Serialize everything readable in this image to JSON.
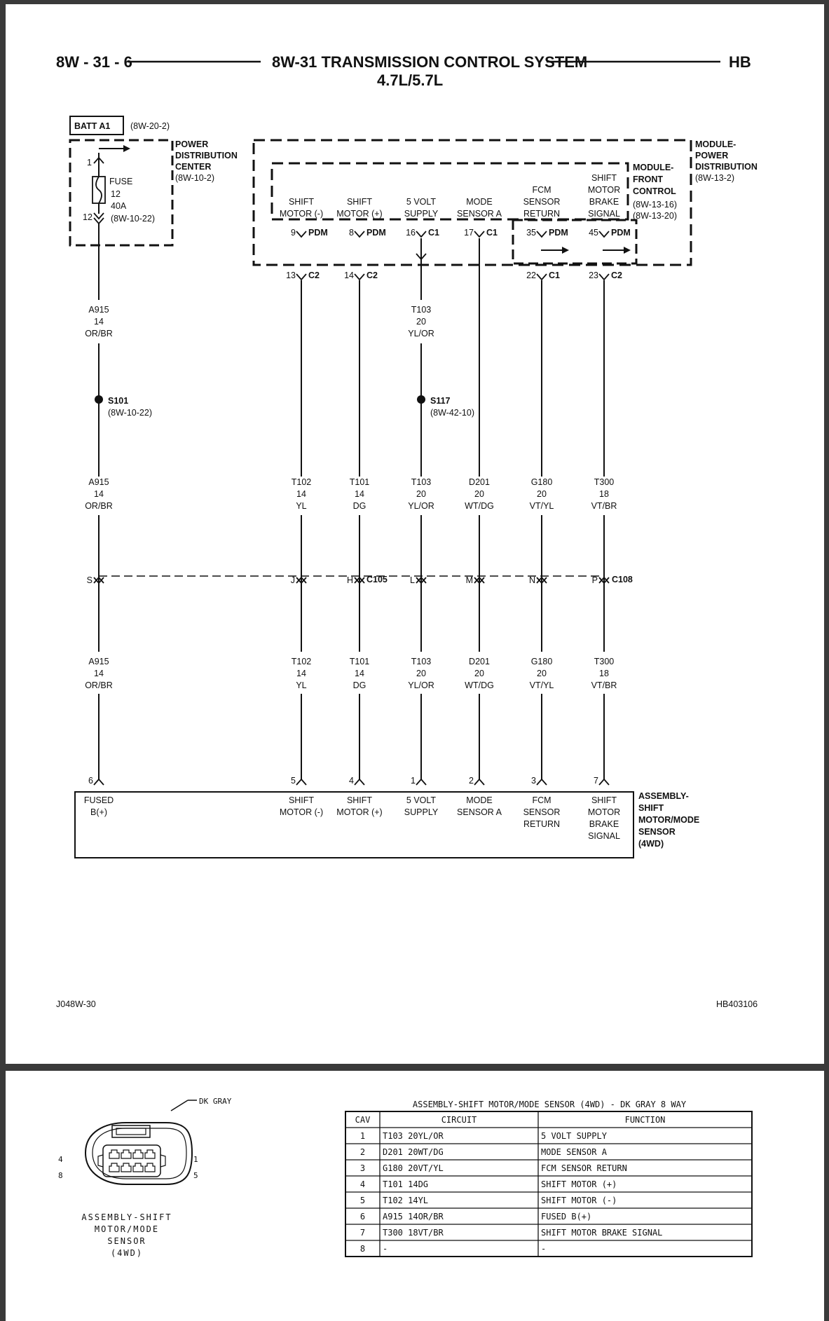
{
  "header": {
    "page": "8W - 31 - 6",
    "title": "8W-31 TRANSMISSION CONTROL SYSTEM",
    "subtitle": "4.7L/5.7L",
    "code": "HB"
  },
  "pdc": {
    "batt": "BATT A1",
    "batt_ref": "(8W-20-2)",
    "label": [
      "POWER",
      "DISTRIBUTION",
      "CENTER"
    ],
    "ref": "(8W-10-2)",
    "pin_top": "1",
    "pin_bottom": "12",
    "fuse": [
      "FUSE",
      "12",
      "40A"
    ],
    "fuse_ref": "(8W-10-22)"
  },
  "module_pd": {
    "label": [
      "MODULE-",
      "POWER",
      "DISTRIBUTION"
    ],
    "ref": "(8W-13-2)"
  },
  "module_fc": {
    "label": [
      "MODULE-",
      "FRONT",
      "CONTROL"
    ],
    "refs": [
      "(8W-13-16)",
      "(8W-13-20)"
    ]
  },
  "module_functions": [
    [
      "SHIFT",
      "MOTOR (-)"
    ],
    [
      "SHIFT",
      "MOTOR (+)"
    ],
    [
      "5 VOLT",
      "SUPPLY"
    ],
    [
      "MODE",
      "SENSOR A"
    ],
    [
      "FCM",
      "SENSOR",
      "RETURN"
    ],
    [
      "SHIFT",
      "MOTOR",
      "BRAKE",
      "SIGNAL"
    ]
  ],
  "module_pins": [
    {
      "pin": "9",
      "conn": "PDM"
    },
    {
      "pin": "8",
      "conn": "PDM"
    },
    {
      "pin": "16",
      "conn": "C1"
    },
    {
      "pin": "17",
      "conn": "C1"
    },
    {
      "pin": "35",
      "conn": "PDM"
    },
    {
      "pin": "45",
      "conn": "PDM"
    }
  ],
  "lower_pins": [
    {
      "pin": "13",
      "conn": "C2"
    },
    {
      "pin": "14",
      "conn": "C2"
    },
    {
      "pin": "22",
      "conn": "C1"
    },
    {
      "pin": "23",
      "conn": "C2"
    }
  ],
  "wires_top": [
    {
      "circuit": "A915",
      "gauge": "14",
      "color": "OR/BR"
    },
    {
      "circuit": "T103",
      "gauge": "20",
      "color": "YL/OR"
    }
  ],
  "splices": [
    {
      "name": "S101",
      "ref": "(8W-10-22)"
    },
    {
      "name": "S117",
      "ref": "(8W-42-10)"
    }
  ],
  "wires": [
    {
      "circuit": "A915",
      "gauge": "14",
      "color": "OR/BR"
    },
    {
      "circuit": "T102",
      "gauge": "14",
      "color": "YL"
    },
    {
      "circuit": "T101",
      "gauge": "14",
      "color": "DG"
    },
    {
      "circuit": "T103",
      "gauge": "20",
      "color": "YL/OR"
    },
    {
      "circuit": "D201",
      "gauge": "20",
      "color": "WT/DG"
    },
    {
      "circuit": "G180",
      "gauge": "20",
      "color": "VT/YL"
    },
    {
      "circuit": "T300",
      "gauge": "18",
      "color": "VT/BR"
    }
  ],
  "inline_pins": [
    "S",
    "J",
    "H",
    "L",
    "M",
    "N",
    "P"
  ],
  "inline_connectors": [
    "C105",
    "C108"
  ],
  "assembly": {
    "pins": [
      "6",
      "5",
      "4",
      "1",
      "2",
      "3",
      "7"
    ],
    "functions": [
      [
        "FUSED",
        "B(+)"
      ],
      [
        "SHIFT",
        "MOTOR (-)"
      ],
      [
        "SHIFT",
        "MOTOR (+)"
      ],
      [
        "5 VOLT",
        "SUPPLY"
      ],
      [
        "MODE",
        "SENSOR A"
      ],
      [
        "FCM",
        "SENSOR",
        "RETURN"
      ],
      [
        "SHIFT",
        "MOTOR",
        "BRAKE",
        "SIGNAL"
      ]
    ],
    "label": [
      "ASSEMBLY-",
      "SHIFT",
      "MOTOR/MODE",
      "SENSOR",
      "(4WD)"
    ]
  },
  "footer": {
    "left": "J048W-30",
    "right": "HB403106"
  },
  "connector_view": {
    "color_label": "DK GRAY",
    "pins_left": [
      "4",
      "8"
    ],
    "pins_right": [
      "1",
      "5"
    ],
    "caption": [
      "ASSEMBLY-SHIFT",
      "MOTOR/MODE",
      "SENSOR",
      "(4WD)"
    ]
  },
  "pin_table": {
    "title": "ASSEMBLY-SHIFT MOTOR/MODE SENSOR (4WD) - DK GRAY 8 WAY",
    "headers": [
      "CAV",
      "CIRCUIT",
      "FUNCTION"
    ],
    "rows": [
      [
        "1",
        "T103 20YL/OR",
        "5 VOLT SUPPLY"
      ],
      [
        "2",
        "D201 20WT/DG",
        "MODE SENSOR A"
      ],
      [
        "3",
        "G180 20VT/YL",
        "FCM SENSOR RETURN"
      ],
      [
        "4",
        "T101 14DG",
        "SHIFT MOTOR (+)"
      ],
      [
        "5",
        "T102 14YL",
        "SHIFT MOTOR (-)"
      ],
      [
        "6",
        "A915 14OR/BR",
        "FUSED B(+)"
      ],
      [
        "7",
        "T300 18VT/BR",
        "SHIFT MOTOR BRAKE SIGNAL"
      ],
      [
        "8",
        "-",
        "-"
      ]
    ]
  }
}
